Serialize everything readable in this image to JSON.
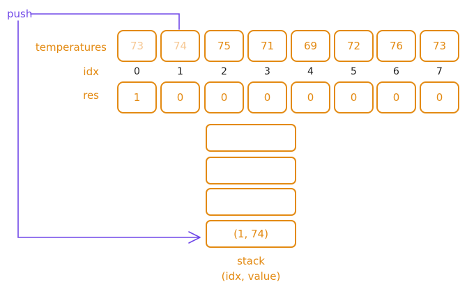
{
  "labels": {
    "push": "push",
    "temperatures": "temperatures",
    "idx": "idx",
    "res": "res",
    "stack": "stack",
    "stack_sub": "(idx, value)"
  },
  "temperatures": [
    "73",
    "74",
    "75",
    "71",
    "69",
    "72",
    "76",
    "73"
  ],
  "idx": [
    "0",
    "1",
    "2",
    "3",
    "4",
    "5",
    "6",
    "7"
  ],
  "res": [
    "1",
    "0",
    "0",
    "0",
    "0",
    "0",
    "0",
    "0"
  ],
  "stack": [
    "",
    "",
    "",
    "(1, 74)"
  ],
  "colors": {
    "accent": "#e38a12",
    "faded": "#f6c894",
    "arrow": "#7048e8",
    "index_text": "#1e1e1e"
  }
}
